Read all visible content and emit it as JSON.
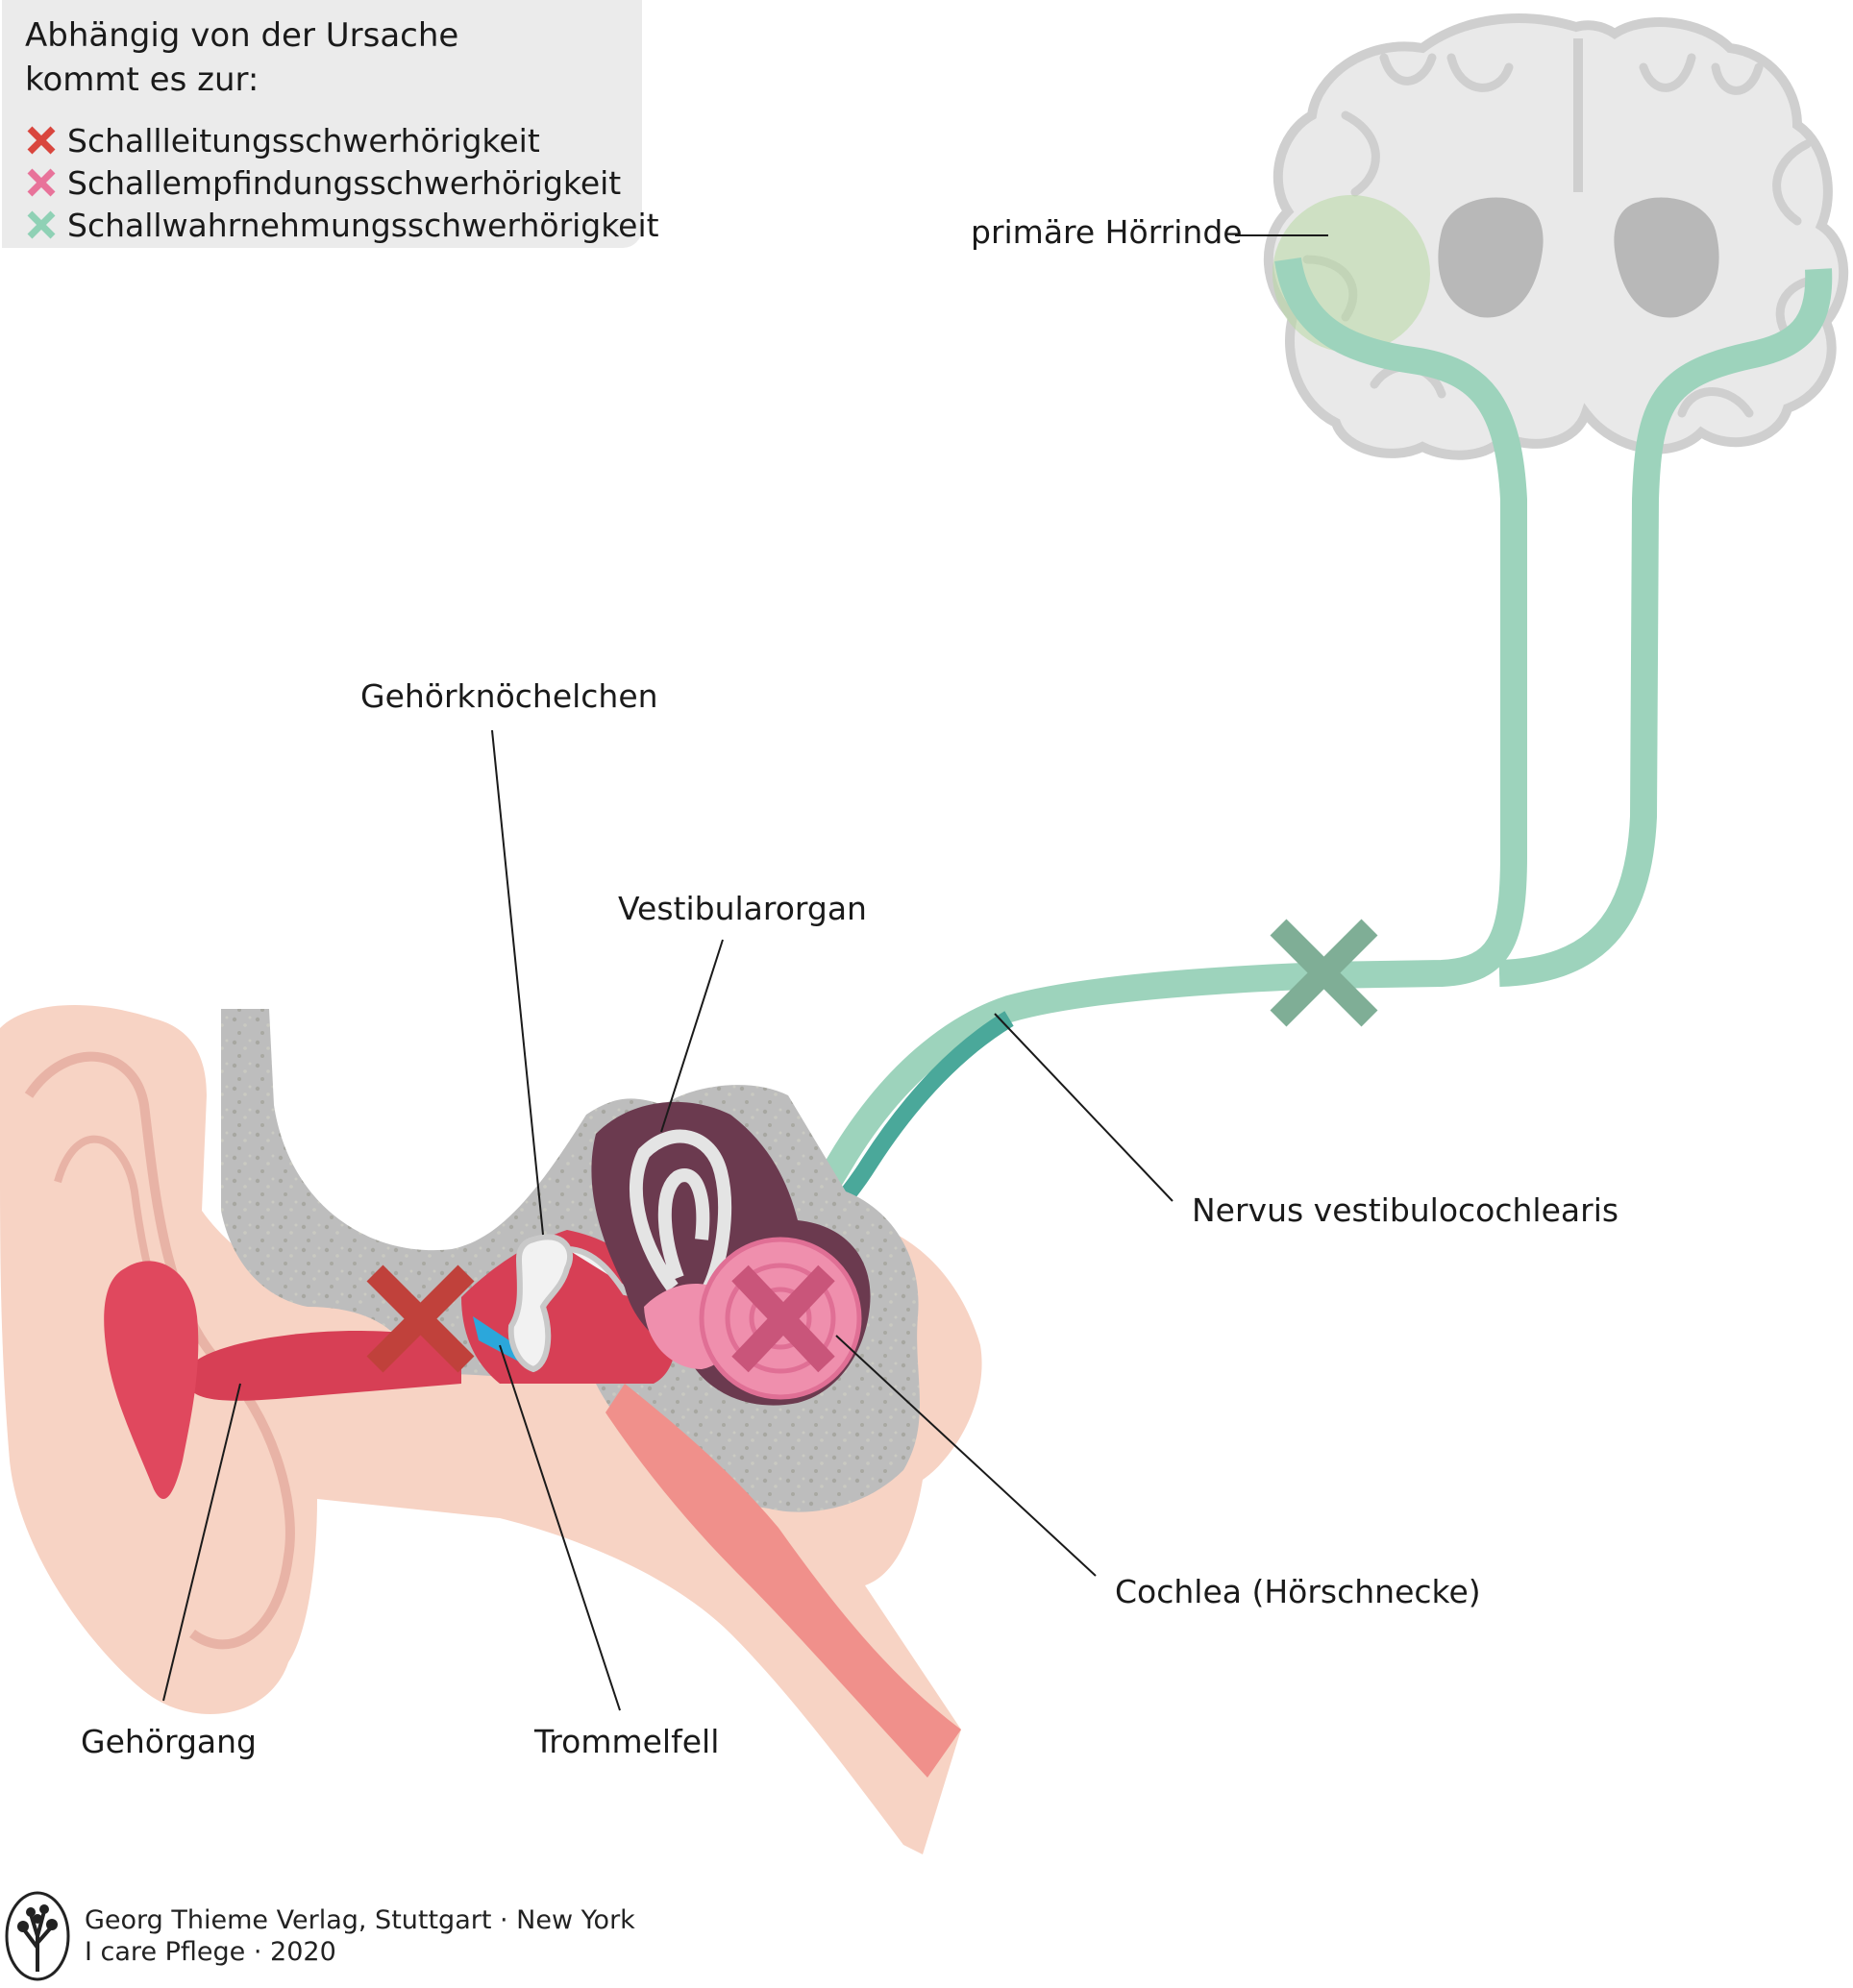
{
  "legend": {
    "title": "Abhängig von der Ursache\nkommt es zur:",
    "items": [
      {
        "label": "Schallleitungsschwerhörigkeit",
        "color": "#d9463e"
      },
      {
        "label": "Schallempfindungsschwerhörigkeit",
        "color": "#e8739a"
      },
      {
        "label": "Schallwahrnehmungsschwerhörigkeit",
        "color": "#8fd1b5"
      }
    ]
  },
  "labels": {
    "primary_cortex": "primäre Hörrinde",
    "ossicles": "Gehörknöchelchen",
    "vestibular": "Vestibularorgan",
    "nerve": "Nervus vestibulocochlearis",
    "cochlea": "Cochlea (Hörschnecke)",
    "ear_canal": "Gehörgang",
    "eardrum": "Trommelfell"
  },
  "colors": {
    "nerve": "#9dd3bc",
    "nerve_dark": "#4aa89a",
    "brain": "#e9e9e9",
    "brain_outline": "#cfcfcf",
    "bone": "#bdbdbd",
    "skin": "#f7d3c4",
    "canal": "#e0485e",
    "cochlea": "#ef8fad",
    "labyrinth": "#6b3a4f",
    "eardrum": "#2ba7db",
    "cross_conductive": "#c0413b",
    "cross_sensory": "#c9557a",
    "cross_central": "#7fae96"
  },
  "footer": {
    "publisher": "Georg Thieme Verlag, Stuttgart · New York",
    "product": "I care Pflege · 2020"
  }
}
